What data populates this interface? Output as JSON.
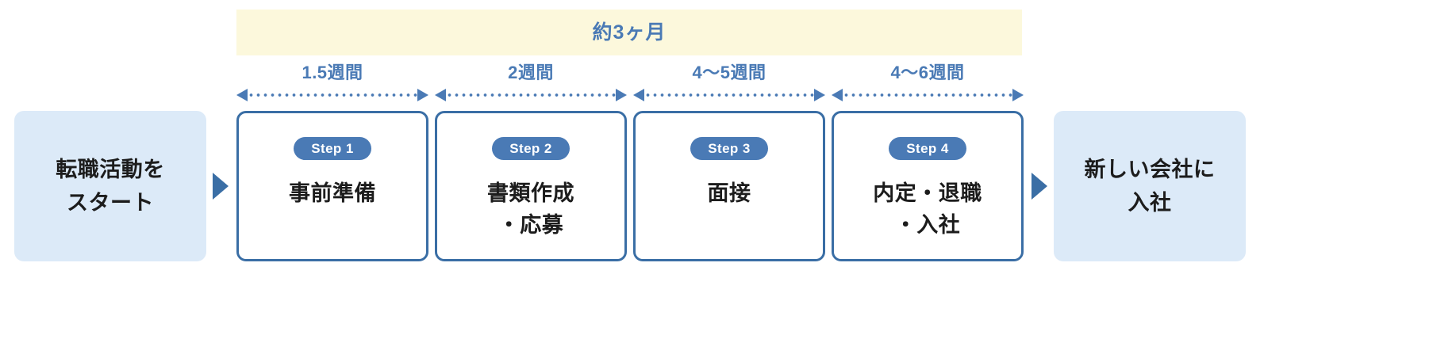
{
  "diagram": {
    "title_banner": {
      "label": "約3ヶ月",
      "bg_color": "#fcf8dc",
      "text_color": "#4a7ab5"
    },
    "start_box": {
      "label": "転職活動を\nスタート",
      "bg_color": "#dceaf8",
      "text_color": "#1c1c1c"
    },
    "end_box": {
      "label": "新しい会社に\n入社",
      "bg_color": "#dceaf8",
      "text_color": "#1c1c1c"
    },
    "durations": [
      {
        "label": "1.5週間"
      },
      {
        "label": "2週間"
      },
      {
        "label": "4〜5週間"
      },
      {
        "label": "4〜6週間"
      }
    ],
    "steps": [
      {
        "badge": "Step 1",
        "title": "事前準備"
      },
      {
        "badge": "Step 2",
        "title": "書類作成\n・応募"
      },
      {
        "badge": "Step 3",
        "title": "面接"
      },
      {
        "badge": "Step 4",
        "title": "内定・退職\n・入社"
      }
    ],
    "colors": {
      "accent_blue": "#4a7ab5",
      "border_blue": "#3a6ea5",
      "box_fill_light_blue": "#dceaf8",
      "banner_yellow": "#fcf8dc",
      "text_dark": "#1c1c1c",
      "page_background": "#ffffff"
    }
  }
}
